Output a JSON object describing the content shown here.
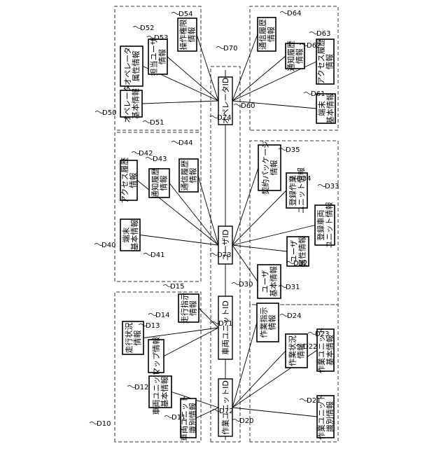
{
  "figure_labels": {
    "D10": "D10",
    "D11": "D11",
    "D12": "D12",
    "D13": "D13",
    "D14": "D14",
    "D15": "D15",
    "D20": "D20",
    "D21": "D21",
    "D22": "D22",
    "D23": "D23",
    "D24": "D24",
    "D30": "D30",
    "D31": "D31",
    "D32": "D32",
    "D33": "D33",
    "D34": "D34",
    "D35": "D35",
    "D40": "D40",
    "D41": "D41",
    "D42": "D42",
    "D43": "D43",
    "D44": "D44",
    "D50": "D50",
    "D51": "D51",
    "D52": "D52",
    "D53": "D53",
    "D54": "D54",
    "D60": "D60",
    "D61": "D61",
    "D62": "D62",
    "D63": "D63",
    "D64": "D64",
    "D70": "D70",
    "D71": "D71",
    "D72": "D72",
    "D73": "D73",
    "D74": "D74"
  },
  "keys": {
    "D71": "車両ユニットID",
    "D72": "作業ユニットID",
    "D73": "ユーザID",
    "D74": "オペレータID"
  },
  "nodes": {
    "D11": [
      "車両ユニット",
      "識別情報"
    ],
    "D12": [
      "車両ユニット",
      "基本情報"
    ],
    "D13": [
      "走行状況",
      "情報"
    ],
    "D14": [
      "マップ情報"
    ],
    "D15": [
      "走行指示",
      "情報"
    ],
    "D21": [
      "作業ユニット",
      "識別情報"
    ],
    "D22": [
      "作業ユニット",
      "基本情報"
    ],
    "D23": [
      "作業状況",
      "情報"
    ],
    "D24": [
      "作業指示",
      "情報"
    ],
    "D31": [
      "ユーザ",
      "基本情報"
    ],
    "D32": [
      "ユーザ",
      "属性情報"
    ],
    "D33": [
      "登録車両",
      "ユニット情報"
    ],
    "D34": [
      "登録作業",
      "ユニット情報"
    ],
    "D35": [
      "契約パッケージ",
      "情報"
    ],
    "D41": [
      "端末",
      "基本情報"
    ],
    "D42": [
      "アクセス履歴",
      "情報"
    ],
    "D43": [
      "通知履歴",
      "情報"
    ],
    "D44": [
      "通信履歴",
      "情報"
    ],
    "D51": [
      "オペレータ",
      "基本情報"
    ],
    "D52": [
      "オペレータ",
      "属性情報"
    ],
    "D53": [
      "担当ユーザ",
      "情報"
    ],
    "D54": [
      "操作権限",
      "情報"
    ],
    "D61": [
      "端末",
      "基本情報"
    ],
    "D62": [
      "通知履歴",
      "情報"
    ],
    "D63": [
      "アクセス履歴",
      "情報"
    ],
    "D64": [
      "通信履歴",
      "情報"
    ]
  }
}
